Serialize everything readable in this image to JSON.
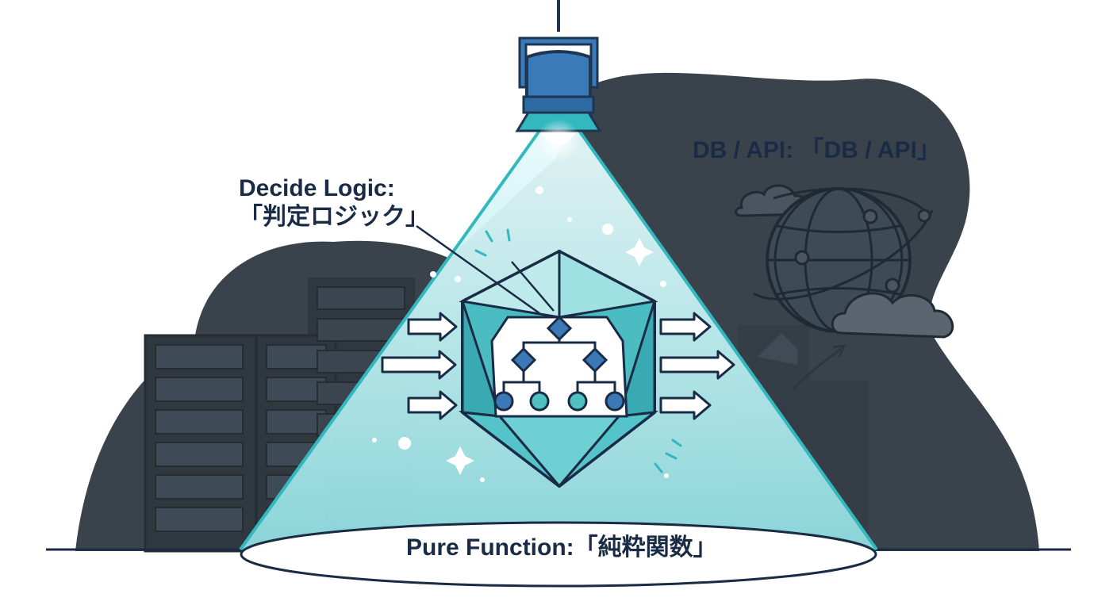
{
  "labels": {
    "db_api": "DB / API: 「DB / API」",
    "decide_logic_line1": "Decide Logic:",
    "decide_logic_line2": "「判定ロジック」",
    "pure_function": "Pure Function:「純粋関数」"
  },
  "colors": {
    "text": "#1a2b45",
    "dark_blob": "#3a434c",
    "server": "#303941",
    "server_slot": "#3e4a55",
    "lamp_blue": "#3a7ab8",
    "lamp_outline": "#1f3652",
    "beam_light": "#d6f3f4",
    "beam_mid": "#9fe0e3",
    "beam_edge": "#33b8c0",
    "crystal_face": "#4cbcc3",
    "crystal_light": "#bfeaec",
    "node_blue": "#3a79b6",
    "node_teal": "#4fc1c2",
    "arrow_fill": "#ffffff",
    "globe_line": "#1f2a33"
  }
}
